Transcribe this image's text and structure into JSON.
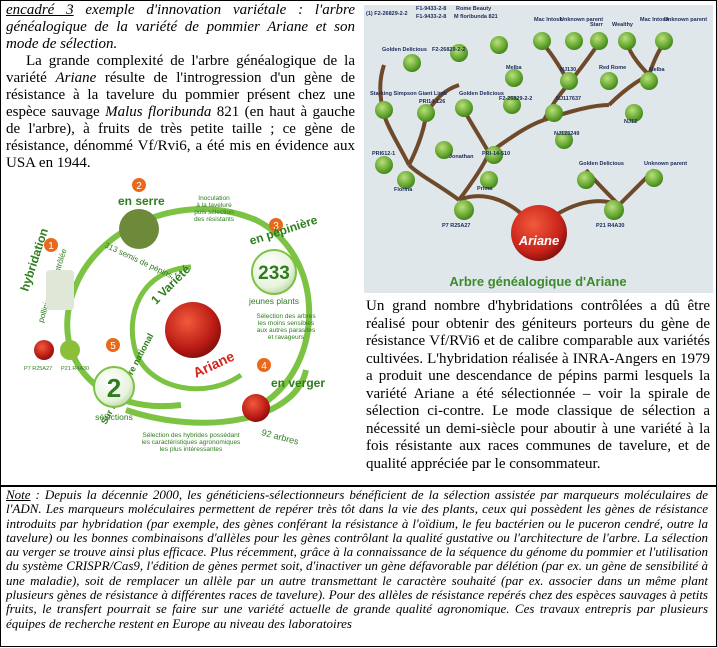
{
  "intro": {
    "heading_label": "encadré 3",
    "heading_rest": " exemple d'innovation variétale : l'arbre généalogique de la variété de pommier Ariane et son mode de sélection.",
    "paragraph_1": "La grande complexité de l'arbre généalogique de la variété ",
    "ariane_word": "Ariane",
    "paragraph_2": " résulte de l'introgression d'un gène de résistance à la tavelure du pommier présent chez une espèce sauvage ",
    "species": "Malus floribunda",
    "paragraph_3": " 821 (en haut à gauche de l'arbre), à fruits de très petite taille ; ce gène de résistance, dénommé Vf/Rvi6, a été mis en évidence aux USA en 1944."
  },
  "spiral": {
    "step1_num": "1",
    "step1_title": "hybridation",
    "step1_sub": "pollinisation contrôlée",
    "step2_num": "2",
    "step2_title": "en serre",
    "step2_sub": "313 semis de pépins",
    "step3_num": "3",
    "step3_title": "en pépinière",
    "step3_count": "233",
    "step3_sub": "jeunes plants",
    "step4_num": "4",
    "step4_title": "en verger",
    "step4_sub": "92 arbres",
    "step5_num": "5",
    "step5_title": "Sur le territoire national",
    "step5_count": "2",
    "step5_sub": "sélections",
    "center_label": "1 Variété",
    "center_name": "Ariane",
    "arrow_1_2": "Inoculation à la tavelure puis sélection des résistants",
    "arrow_3_4": "Sélection des arbres les moins sensibles aux autres parasites et ravageurs",
    "arrow_4_5": "Sélection des hybrides possédant les caractéristiques agronomiques les plus intéressantes",
    "parent_a": "P7 R25A27",
    "parent_b": "P21 R4A30"
  },
  "tree": {
    "title": "Arbre généalogique d'Ariane",
    "root": "Ariane",
    "top_line_1": "(1) F2-26829-2-2",
    "top_line_2": "F1-9433-2-8",
    "top_line_3": "F1-9433-2-8",
    "top_rome": "Rome Beauty",
    "top_malus": "M floribunda 821",
    "nodes": {
      "golden1": "Golden Delicious",
      "f2": "F2-26829-2-2",
      "mac1": "Mac Intosh",
      "unk1": "Unknown parent",
      "starr": "Starr",
      "wealthy": "Wealthy",
      "mac2": "Mac Intosh",
      "unk2": "Unknown parent",
      "melba1": "Melba",
      "nj130": "NJ130",
      "redrome": "Red Rome",
      "melba2": "Melba",
      "starking": "Starking Simpson Giant Limb",
      "pri14": "PRI14-126",
      "golden2": "Golden Delicious",
      "f2b": "F2-26829-2-2",
      "nj117": "NJ117637",
      "nj12": "NJ12",
      "nj123": "NJ123249",
      "pri1612": "PRI612-1",
      "jonathan": "Jonathan",
      "pri14510": "PRI-14-510",
      "golden3": "Golden Delicious",
      "unk3": "Unknown parent",
      "florina": "Florina",
      "prima": "Prima",
      "p7": "P7 R25A27",
      "p21": "P21 R4A30"
    }
  },
  "right_text": "Un grand nombre d'hybridations contrôlées a dû être réalisé pour obtenir des géniteurs porteurs du gène de résistance Vf/RVi6 et de calibre comparable aux variétés cultivées. L'hybridation réalisée à INRA-Angers en 1979 a produit une descendance de pépins parmi lesquels la variété Ariane a été sélectionnée – voir la spirale de sélection ci-contre. Le mode classique de sélection a nécessité un demi-siècle pour aboutir à une variété à la fois résistante aux races communes de tavelure, et de qualité appréciée par le consommateur.",
  "note": {
    "label": "Note",
    "body": " : Depuis la décennie 2000, les généticiens-sélectionneurs bénéficient de la sélection assistée par marqueurs moléculaires de l'ADN. Les marqueurs moléculaires permettent de repérer très tôt dans la vie des plants, ceux qui possèdent les gènes de résistance introduits par hybridation (par exemple, des gènes conférant la résistance à l'oïdium, le feu bactérien ou le puceron cendré, outre la tavelure) ou les bonnes combinaisons d'allèles pour les gènes contrôlant la qualité gustative ou l'architecture de l'arbre. La sélection au verger se trouve ainsi plus efficace. Plus récemment, grâce à la connaissance de la séquence du génome du pommier et l'utilisation du système CRISPR/Cas9, l'édition de gènes permet soit, d'inactiver un gène défavorable par délétion (par ex. un gène de sensibilité à une maladie), soit de remplacer un allèle par un autre transmettant le caractère souhaité (par ex. associer dans un même plant plusieurs gènes de résistance à différentes races de tavelure). Pour des allèles de résistance repérés chez des espèces sauvages à petits fruits, le transfert pourrait se faire sur une variété actuelle de grande qualité agronomique. Ces travaux entrepris par plusieurs équipes de recherche restent en Europe au niveau des laboratoires"
  },
  "colors": {
    "green_dark": "#2e7d1e",
    "green_light": "#7cc243",
    "orange": "#e8691c",
    "red": "#d6251b",
    "tree_bg": "#dfe7ea",
    "title_green": "#3b8c2a",
    "branch_brown": "#6e4a2a"
  }
}
